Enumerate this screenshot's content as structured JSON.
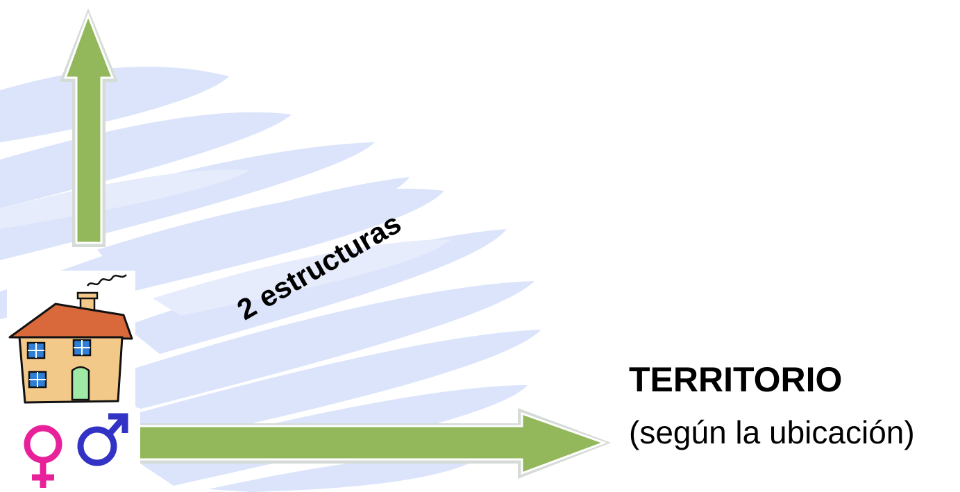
{
  "diagonal_label": "2 estructuras",
  "territory": {
    "title": "TERRITORIO",
    "subtitle": "(según la ubicación)"
  },
  "icons": {
    "vertical_arrow": "up-arrow-icon",
    "horizontal_arrow": "right-arrow-icon",
    "house": "house-icon",
    "female": "female-symbol-icon",
    "male": "male-symbol-icon"
  },
  "colors": {
    "arrow_fill": "#93b85b",
    "arrow_border": "#e9ecea",
    "brush_background": "#dbe4fb",
    "female": "#e8219b",
    "male": "#3232c4",
    "house_roof": "#d9693a",
    "house_wall": "#f3c98a",
    "house_window": "#2f7fd6",
    "house_door": "#9fe8a6"
  }
}
